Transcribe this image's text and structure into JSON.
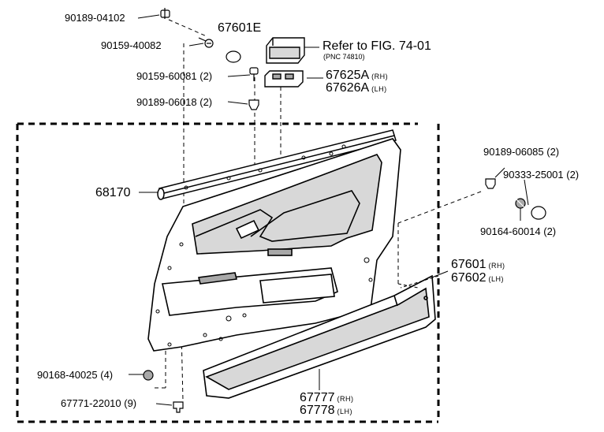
{
  "parts": {
    "p_90189_04102": "90189-04102",
    "p_90159_40082": "90159-40082",
    "p_67601E": "67601E",
    "refer_main": "Refer to FIG. 74-01",
    "refer_sub": "(PNC 74810)",
    "p_90159_60081": "90159-60081 (2)",
    "p_67625A": "67625A",
    "p_67625A_side": "(RH)",
    "p_67626A": "67626A",
    "p_67626A_side": "(LH)",
    "p_90189_06018": "90189-06018 (2)",
    "p_68170": "68170",
    "p_90189_06085": "90189-06085 (2)",
    "p_90333_25001": "90333-25001 (2)",
    "p_90164_60014": "90164-60014 (2)",
    "p_67601": "67601",
    "p_67601_side": "(RH)",
    "p_67602": "67602",
    "p_67602_side": "(LH)",
    "p_90168_40025": "90168-40025 (4)",
    "p_67771_22010": "67771-22010 (9)",
    "p_67777": "67777",
    "p_67777_side": "(RH)",
    "p_67778": "67778",
    "p_67778_side": "(LH)"
  },
  "colors": {
    "ink": "#000000",
    "paper": "#ffffff",
    "fill_light": "#d8d8d8",
    "fill_mid": "#a8a8a8"
  }
}
